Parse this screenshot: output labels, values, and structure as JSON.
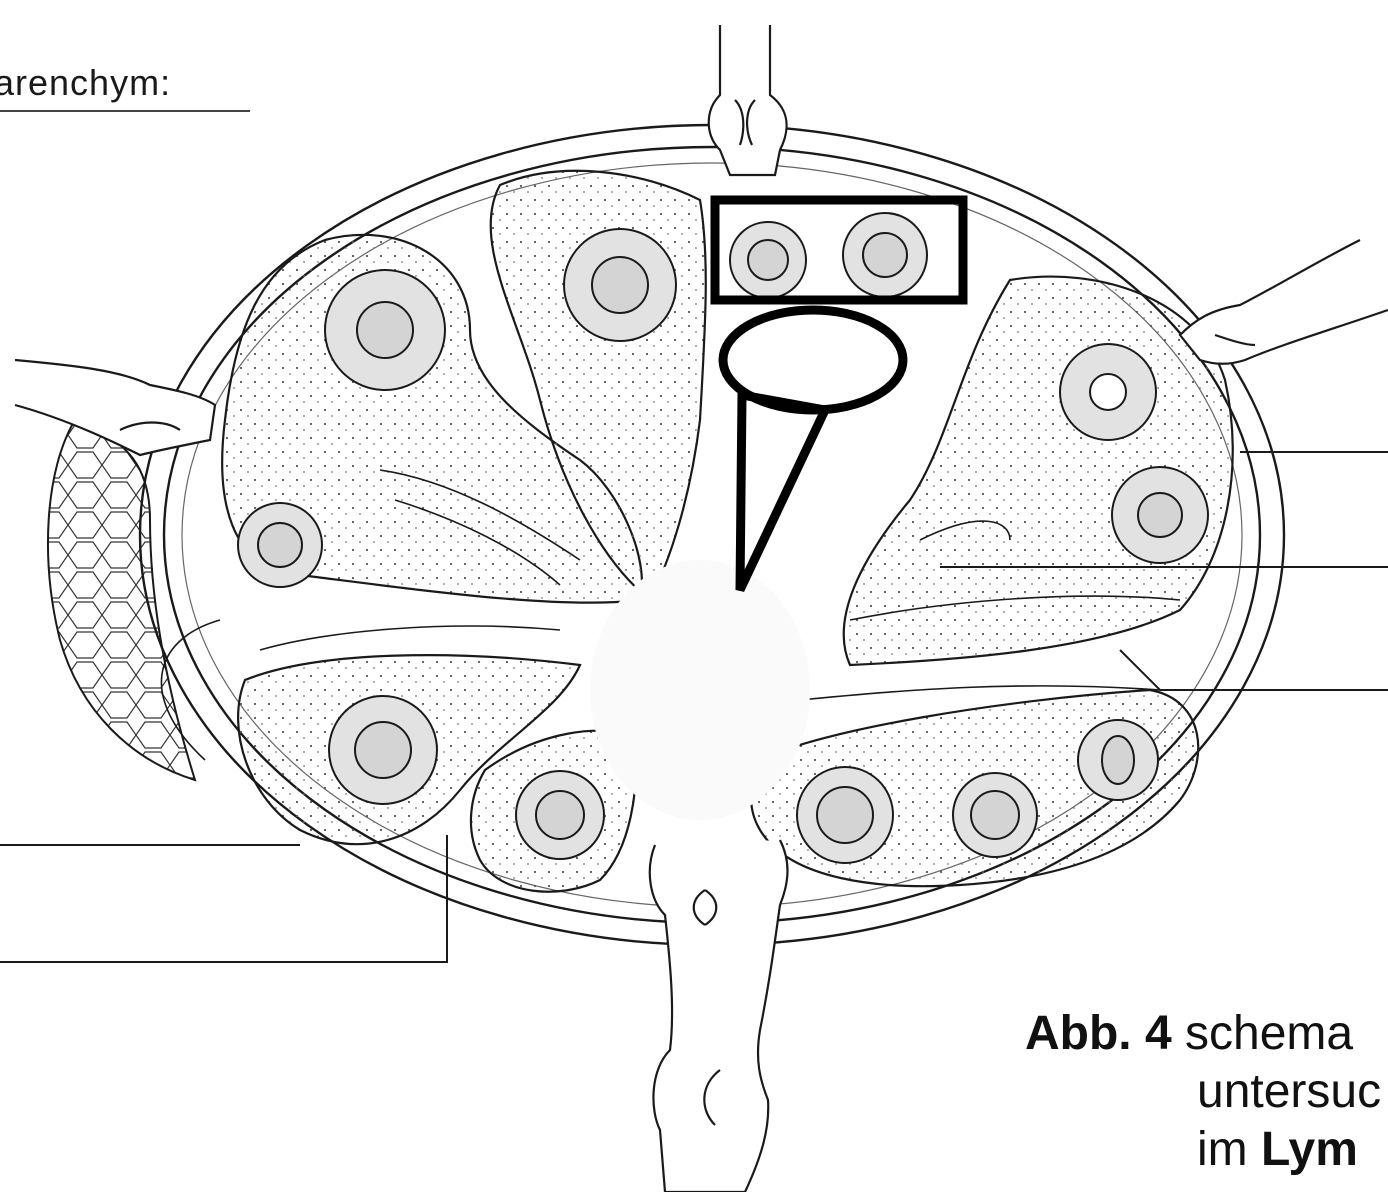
{
  "heading": {
    "text": "arenchym:"
  },
  "caption": {
    "prefix_bold": "Abb. 4",
    "line1_rest": " schema",
    "line2": "untersuc",
    "line3_plain": "im ",
    "line3_bold": "Lym"
  },
  "colors": {
    "line": "#1a1a1a",
    "highlight": "#000000",
    "follicle_center": "#d4d4d4",
    "paper": "#ffffff"
  },
  "label_lines": [
    "left-top",
    "left-bottom",
    "right-top",
    "right-middle",
    "right-bottom"
  ]
}
